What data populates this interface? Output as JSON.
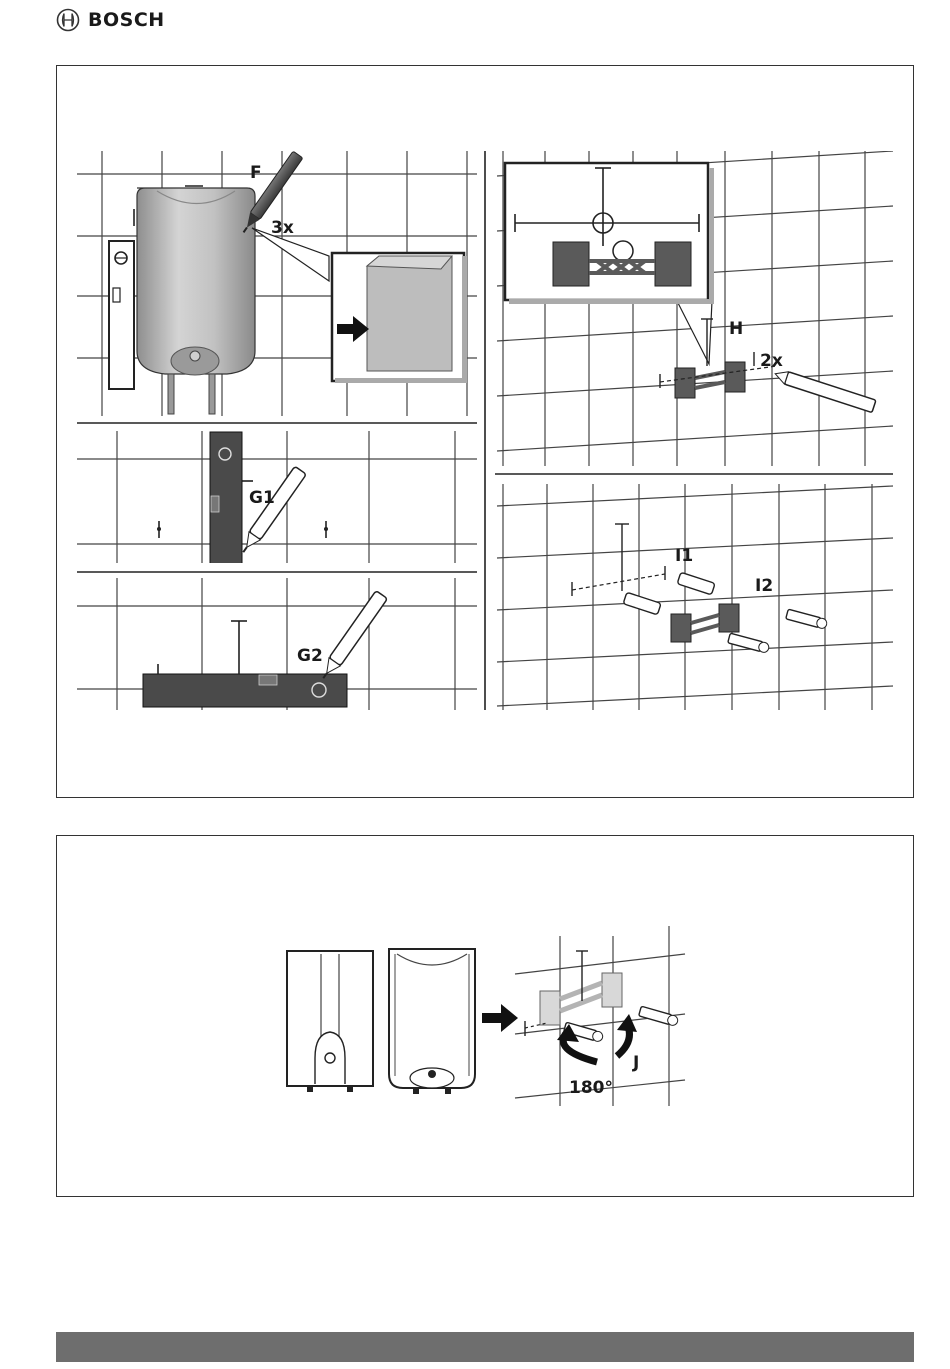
{
  "header": {
    "brand": "BOSCH",
    "logo_icon": "bosch-armature-icon"
  },
  "figure1": {
    "labels": {
      "F": "F",
      "count_3x": "3x",
      "H": "H",
      "count_2x": "2x",
      "G1": "G1",
      "G2": "G2",
      "I1": "I1",
      "I2": "I2"
    }
  },
  "figure2": {
    "labels": {
      "J": "J",
      "rotation": "180°"
    }
  },
  "colors": {
    "frame": "#333333",
    "appliance": "#b8b8b8",
    "bracket": "#6a6a6a",
    "footer": "#6e6e6e"
  }
}
